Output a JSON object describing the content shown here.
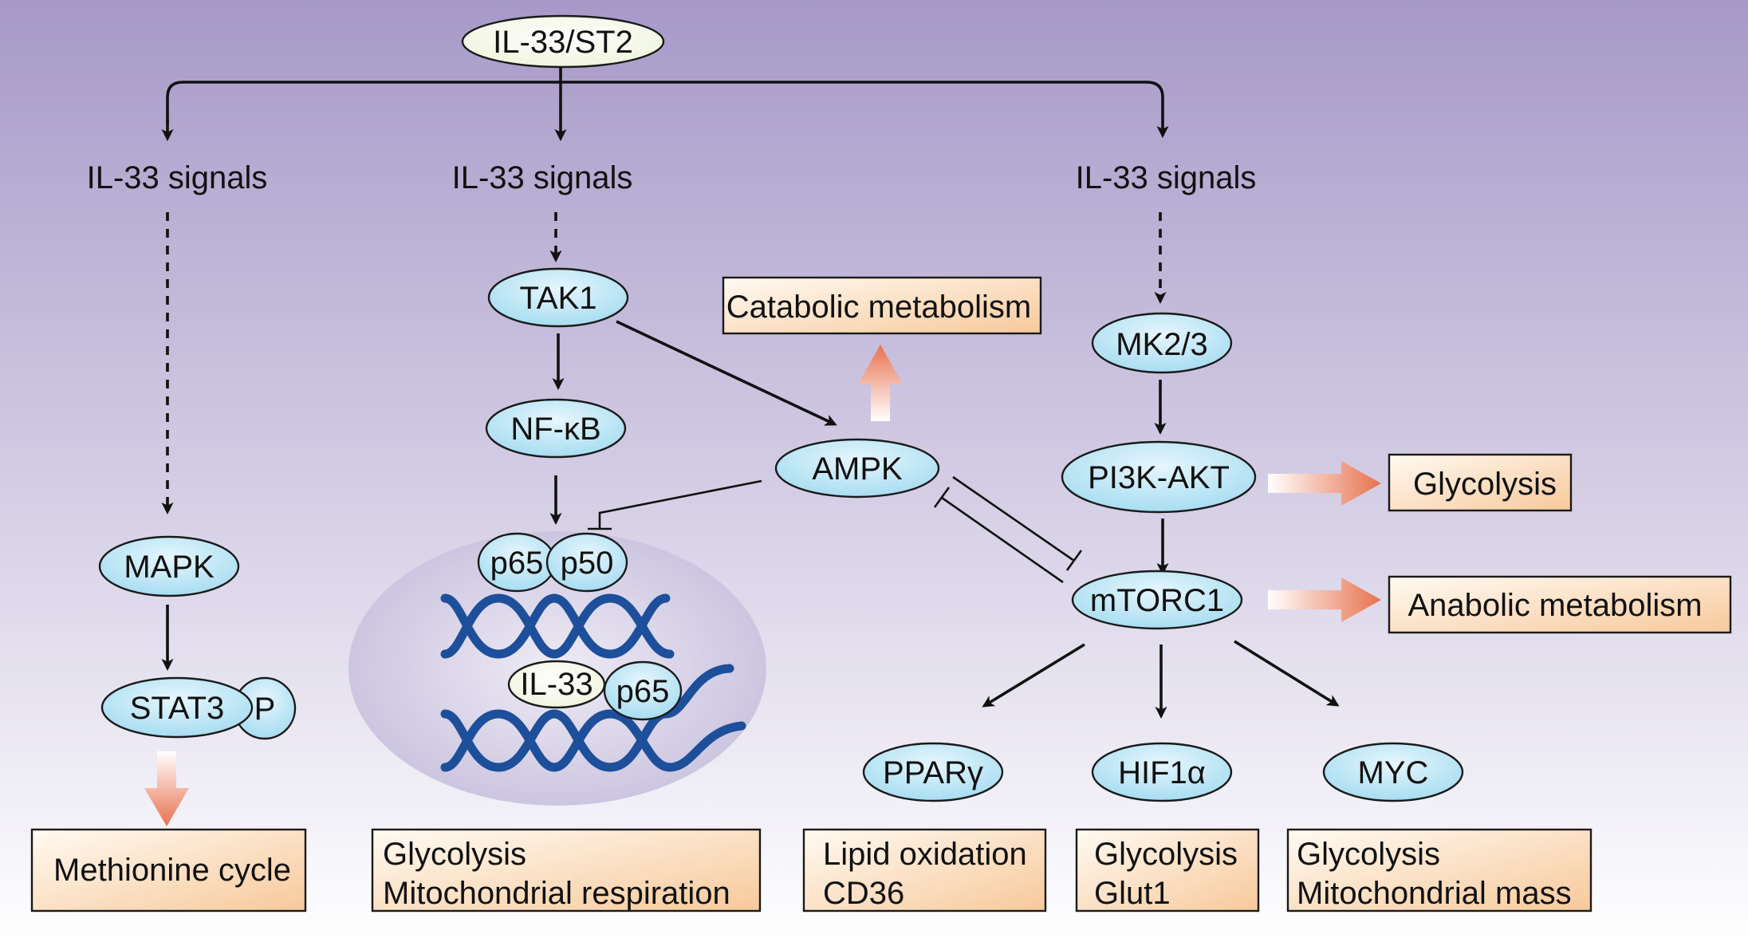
{
  "colors": {
    "background_top": "#a699c8",
    "background_bottom": "#ffffff",
    "node_fill_light": "#e6f6fd",
    "node_fill_dark": "#a7ddf1",
    "ligand_fill": "#edf3d9",
    "box_fill_light": "#fffaf2",
    "box_fill_dark": "#f7c99b",
    "effect_arrow": "#e8714e",
    "dna": "#1d4f9b",
    "nucleus": "#c9c2de"
  },
  "receptor": {
    "label": "IL-33/ST2"
  },
  "pathways": {
    "left": {
      "signal_label": "IL-33 signals",
      "kinase": "MAPK",
      "factor": "STAT3",
      "phospho": "P",
      "outcome": "Methionine cycle"
    },
    "middle": {
      "signal_label": "IL-33 signals",
      "kinase": "TAK1",
      "factor": "NF-κB",
      "nucleus": {
        "subunit_a": "p65",
        "subunit_b": "p50",
        "cytokine": "IL-33",
        "subunit_c": "p65"
      },
      "outcome_line1": "Glycolysis",
      "outcome_line2": "Mitochondrial respiration"
    },
    "ampk": {
      "label": "AMPK",
      "outcome": "Catabolic metabolism"
    },
    "right": {
      "signal_label": "IL-33 signals",
      "kinase": "MK2/3",
      "pi3k": "PI3K-AKT",
      "pi3k_outcome": "Glycolysis",
      "mtor": "mTORC1",
      "mtor_outcome": "Anabolic metabolism",
      "targets": [
        {
          "label": "PPARγ",
          "outcome_line1": "Lipid oxidation",
          "outcome_line2": "CD36"
        },
        {
          "label": "HIF1α",
          "outcome_line1": "Glycolysis",
          "outcome_line2": "Glut1"
        },
        {
          "label": "MYC",
          "outcome_line1": "Glycolysis",
          "outcome_line2": "Mitochondrial mass"
        }
      ]
    }
  }
}
